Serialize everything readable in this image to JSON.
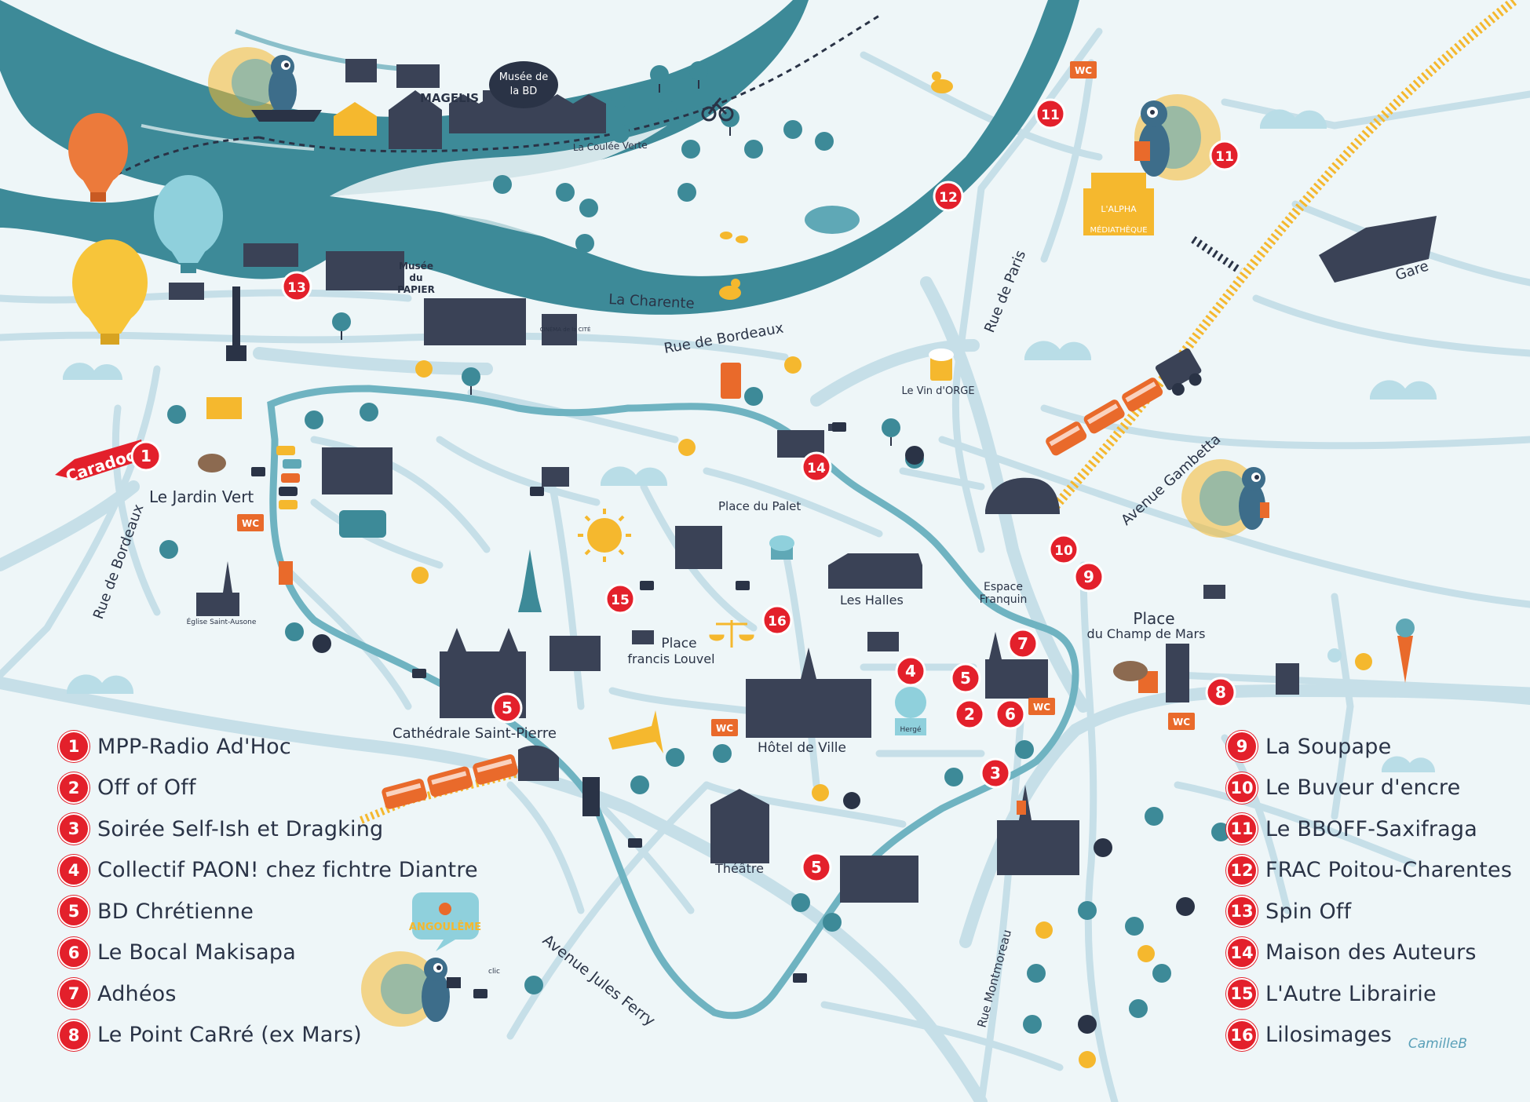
{
  "map": {
    "compass_labels": {
      "caradoc": "Caradoc",
      "gare": "Gare"
    },
    "streets": [
      {
        "id": "rue-de-bordeaux-north",
        "text": "Rue de Bordeaux"
      },
      {
        "id": "rue-de-bordeaux-west",
        "text": "Rue de Bordeaux"
      },
      {
        "id": "rue-de-paris",
        "text": "Rue de Paris"
      },
      {
        "id": "avenue-gambetta",
        "text": "Avenue Gambetta"
      },
      {
        "id": "avenue-jules-ferry",
        "text": "Avenue Jules Ferry"
      },
      {
        "id": "rue-montmoreau",
        "text": "Rue Montmoreau"
      },
      {
        "id": "la-charente",
        "text": "La Charente"
      },
      {
        "id": "coulee-verte",
        "text": "La Coulée Verte"
      }
    ],
    "places": {
      "magelis": "MAGELIS",
      "musee_bd": "Musée de la BD",
      "musee_bd_l1": "Musée de",
      "musee_bd_l2": "la BD",
      "musee_papier_l1": "Musée",
      "musee_papier_l2": "du",
      "musee_papier_l3": "PAPIER",
      "cinema": "CINÉMA de la CITÉ",
      "jardin_vert": "Le Jardin Vert",
      "eglise": "Église Saint-Ausone",
      "place_palet": "Place du Palet",
      "les_halles": "Les Halles",
      "espace_franquin_l1": "Espace",
      "espace_franquin_l2": "Franquin",
      "place_champ_l1": "Place",
      "place_champ_l2": "du Champ de Mars",
      "place_louvel_l1": "Place",
      "place_louvel_l2": "francis Louvel",
      "cathedrale": "Cathédrale Saint-Pierre",
      "hotel_ville": "Hôtel de Ville",
      "theatre": "Théâtre",
      "vin_orge": "Le Vin d'ORGE",
      "alpha_l1": "L'ALPHA",
      "alpha_l2": "MÉDIATHÈQUE",
      "angouleme": "ANGOULÊME",
      "herge": "Hergé",
      "wc": "WC",
      "clic": "clic"
    },
    "markers": [
      {
        "n": "1"
      },
      {
        "n": "2"
      },
      {
        "n": "3"
      },
      {
        "n": "4"
      },
      {
        "n": "5"
      },
      {
        "n": "5"
      },
      {
        "n": "5"
      },
      {
        "n": "6"
      },
      {
        "n": "7"
      },
      {
        "n": "8"
      },
      {
        "n": "9"
      },
      {
        "n": "10"
      },
      {
        "n": "11"
      },
      {
        "n": "11"
      },
      {
        "n": "12"
      },
      {
        "n": "13"
      },
      {
        "n": "14"
      },
      {
        "n": "15"
      },
      {
        "n": "16"
      }
    ]
  },
  "legend_left": [
    {
      "n": "1",
      "label": "MPP-Radio Ad'Hoc"
    },
    {
      "n": "2",
      "label": "Off of Off"
    },
    {
      "n": "3",
      "label": "Soirée Self-Ish et Dragking"
    },
    {
      "n": "4",
      "label": "Collectif PAON! chez fichtre Diantre"
    },
    {
      "n": "5",
      "label": "BD Chrétienne"
    },
    {
      "n": "6",
      "label": "Le Bocal Makisapa"
    },
    {
      "n": "7",
      "label": "Adhéos"
    },
    {
      "n": "8",
      "label": "Le Point CaRré (ex Mars)"
    }
  ],
  "legend_right": [
    {
      "n": "9",
      "label": "La Soupape"
    },
    {
      "n": "10",
      "label": "Le Buveur d'encre"
    },
    {
      "n": "11",
      "label": "Le BBOFF-Saxifraga"
    },
    {
      "n": "12",
      "label": "FRAC Poitou-Charentes"
    },
    {
      "n": "13",
      "label": "Spin Off"
    },
    {
      "n": "14",
      "label": "Maison des Auteurs"
    },
    {
      "n": "15",
      "label": "L'Autre Librairie"
    },
    {
      "n": "16",
      "label": "Lilosimages"
    }
  ],
  "signature": "CamilleB",
  "colors": {
    "river": "#3d8a98",
    "river_light": "#5fa8b6",
    "road": "#c6dfe8",
    "ring": "#6fb3c1",
    "badge": "#e3202b",
    "background": "#eef6f8",
    "building": "#3a4256",
    "train": "#e96a2b",
    "rail": "#f5b82e"
  }
}
